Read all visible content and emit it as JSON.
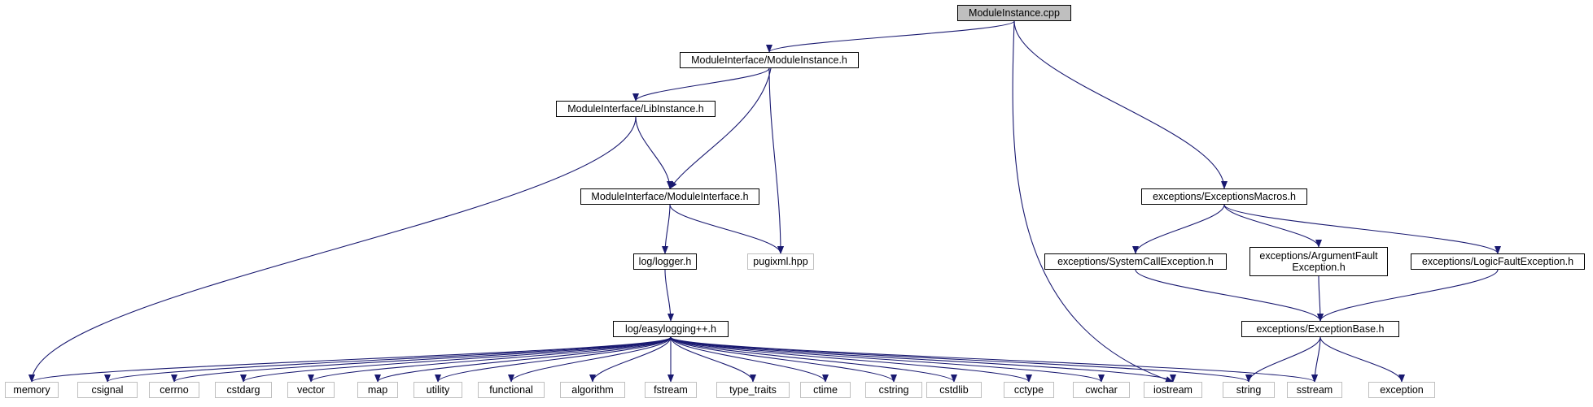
{
  "colors": {
    "edge": "#191970",
    "node_border": "#000000",
    "system_border": "#bfbfbf",
    "root_fill": "#bfbfbf"
  },
  "nodes": {
    "root": "ModuleInstance.cpp",
    "mi_h": "ModuleInterface/ModuleInstance.h",
    "lib": "ModuleInterface/LibInstance.h",
    "mif": "ModuleInterface/ModuleInterface.h",
    "logger": "log/logger.h",
    "pugi": "pugixml.hpp",
    "easy": "log/easylogging++.h",
    "exmac": "exceptions/ExceptionsMacros.h",
    "syscall": "exceptions/SystemCallException.h",
    "argfault": "exceptions/ArgumentFault Exception.h",
    "logicfault": "exceptions/LogicFaultException.h",
    "exbase": "exceptions/ExceptionBase.h",
    "memory": "memory",
    "csignal": "csignal",
    "cerrno": "cerrno",
    "cstdarg": "cstdarg",
    "vector": "vector",
    "map": "map",
    "utility": "utility",
    "functional": "functional",
    "algorithm": "algorithm",
    "fstream": "fstream",
    "type_traits": "type_traits",
    "ctime": "ctime",
    "cstring": "cstring",
    "cstdlib": "cstdlib",
    "cctype": "cctype",
    "cwchar": "cwchar",
    "iostream": "iostream",
    "string": "string",
    "sstream": "sstream",
    "exception": "exception"
  },
  "edges": [
    [
      "root",
      "mi_h"
    ],
    [
      "root",
      "exmac"
    ],
    [
      "root",
      "iostream"
    ],
    [
      "mi_h",
      "lib"
    ],
    [
      "mi_h",
      "mif"
    ],
    [
      "mi_h",
      "pugi"
    ],
    [
      "lib",
      "mif"
    ],
    [
      "lib",
      "memory"
    ],
    [
      "mif",
      "logger"
    ],
    [
      "mif",
      "pugi"
    ],
    [
      "logger",
      "easy"
    ],
    [
      "easy",
      "memory"
    ],
    [
      "easy",
      "csignal"
    ],
    [
      "easy",
      "cerrno"
    ],
    [
      "easy",
      "cstdarg"
    ],
    [
      "easy",
      "vector"
    ],
    [
      "easy",
      "map"
    ],
    [
      "easy",
      "utility"
    ],
    [
      "easy",
      "functional"
    ],
    [
      "easy",
      "algorithm"
    ],
    [
      "easy",
      "fstream"
    ],
    [
      "easy",
      "type_traits"
    ],
    [
      "easy",
      "ctime"
    ],
    [
      "easy",
      "cstring"
    ],
    [
      "easy",
      "cstdlib"
    ],
    [
      "easy",
      "cctype"
    ],
    [
      "easy",
      "cwchar"
    ],
    [
      "easy",
      "iostream"
    ],
    [
      "easy",
      "string"
    ],
    [
      "easy",
      "sstream"
    ],
    [
      "exmac",
      "syscall"
    ],
    [
      "exmac",
      "argfault"
    ],
    [
      "exmac",
      "logicfault"
    ],
    [
      "syscall",
      "exbase"
    ],
    [
      "argfault",
      "exbase"
    ],
    [
      "logicfault",
      "exbase"
    ],
    [
      "exbase",
      "string"
    ],
    [
      "exbase",
      "sstream"
    ],
    [
      "exbase",
      "exception"
    ]
  ]
}
